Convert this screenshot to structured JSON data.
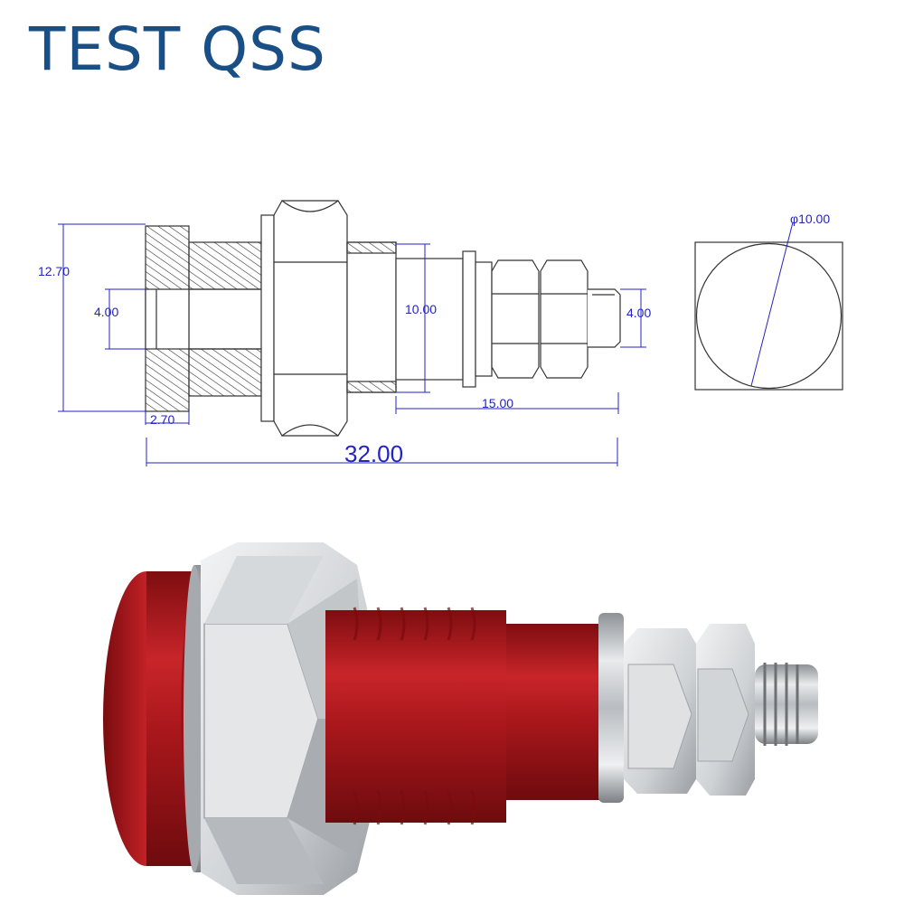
{
  "brand": {
    "name": "TEST QSS",
    "color": "#1a4f86"
  },
  "drawing": {
    "dimension_color": "#2323c8",
    "dimensions": {
      "overall_height": "12.70",
      "bore_left": "4.00",
      "flange_thickness": "2.70",
      "thread_diameter": "10.00",
      "terminal_length": "15.00",
      "stud_diameter": "4.00",
      "overall_length": "32.00",
      "end_diameter": "φ10.00"
    }
  },
  "product": {
    "body_color": "#b0181c",
    "metal_color": "#c9ccd0"
  }
}
